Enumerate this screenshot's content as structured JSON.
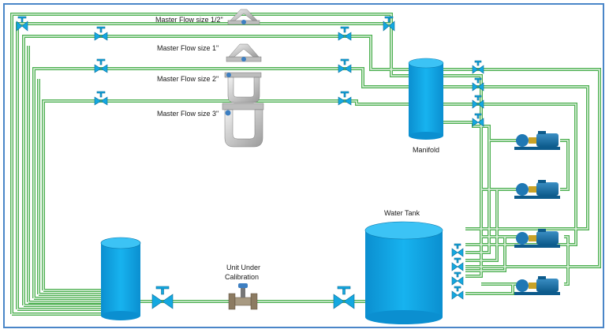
{
  "labels": {
    "meter_half": "Master Flow size 1/2\"",
    "meter_1": "Master Flow size 1\"",
    "meter_2": "Master Flow size 2\"",
    "meter_3": "Master Flow size 3\"",
    "manifold": "Manifold",
    "water_tank": "Water Tank",
    "uuc_line1": "Unit Under",
    "uuc_line2": "Calibration"
  },
  "colors": {
    "pipe": "#4caf50",
    "pipe_fill": "#dff2df",
    "tank": "#0aa6e6",
    "tank_top": "#3cc3f5",
    "valve": "#14a8e0",
    "frame": "#4a86c8"
  }
}
